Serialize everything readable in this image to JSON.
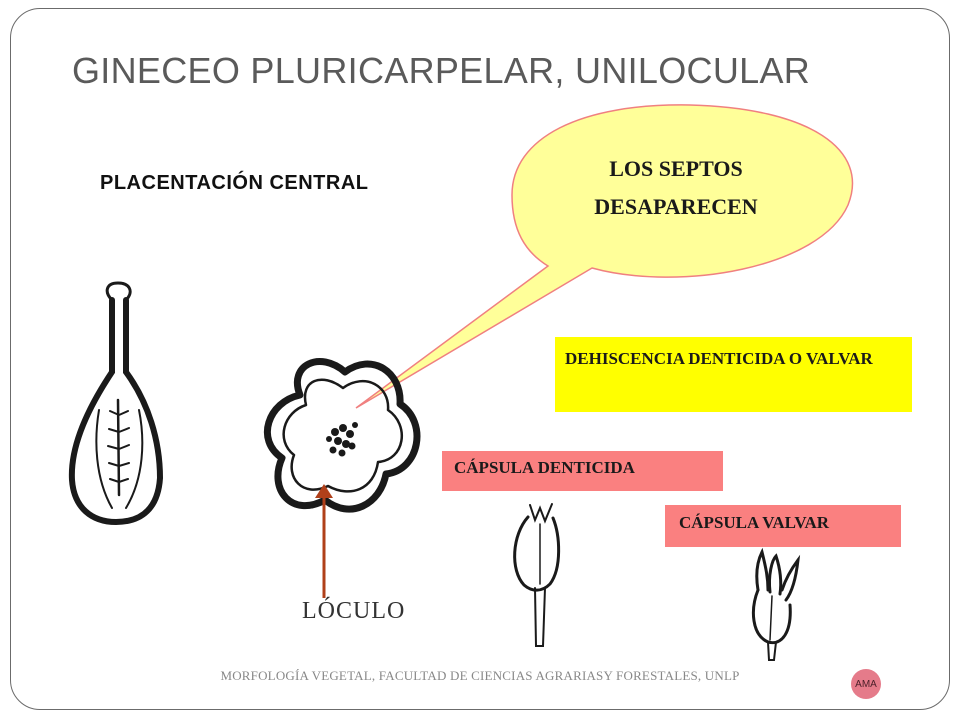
{
  "slide": {
    "title": "GINECEO PLURICARPELAR, UNILOCULAR",
    "subtitle": "PLACENTACIÓN CENTRAL",
    "callout": {
      "line1": "LOS SEPTOS",
      "line2": "DESAPARECEN"
    },
    "labels": {
      "dehiscence": "DEHISCENCIA DENTICIDA O VALVAR",
      "denticidal_capsule": "CÁPSULA DENTICIDA",
      "valvar_capsule": "CÁPSULA VALVAR",
      "locule": "LÓCULO"
    },
    "footer": "MORFOLOGÍA VEGETAL, FACULTAD DE CIENCIAS AGRARIASY FORESTALES, UNLP",
    "logo_text": "AMA",
    "colors": {
      "callout_fill": "#ffff99",
      "callout_border": "#f08080",
      "yellow_box": "#ffff00",
      "pink_box": "#fa8080",
      "arrow": "#b0401a"
    }
  }
}
